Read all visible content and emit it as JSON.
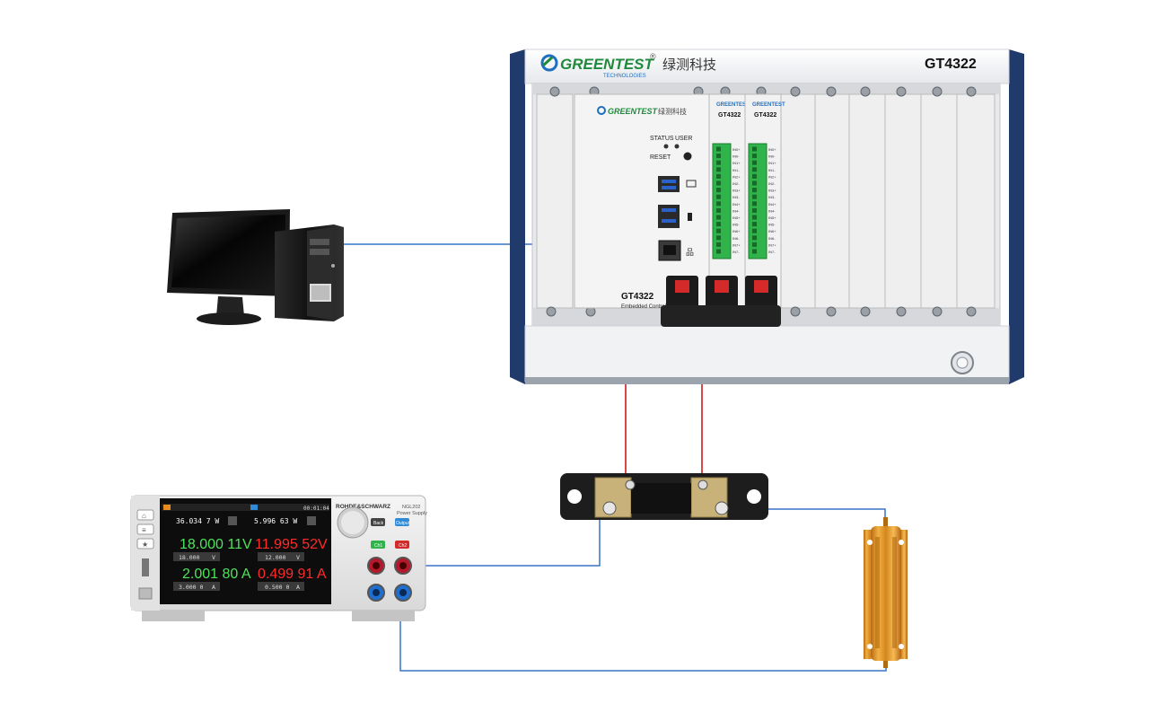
{
  "chassis": {
    "brand": "GREENTEST",
    "brand_sub": "TECHNOLOGIES",
    "brand_cn": "绿测科技",
    "registered": "®",
    "model": "GT4322",
    "controller_model": "GT4322",
    "controller_desc": "Embedded Controller",
    "status_label": "STATUS",
    "user_label": "USER",
    "reset_label": "RESET",
    "card_model": "GT4322",
    "card_brand": "GREENTEST",
    "card_pins": [
      "IN0+",
      "IN0-",
      "IN1+",
      "IN1-",
      "IN2+",
      "IN2-",
      "IN3+",
      "IN3-",
      "IN4+",
      "IN4-",
      "IN5+",
      "IN5-",
      "IN6+",
      "IN6-",
      "IN7+",
      "IN7-"
    ]
  },
  "psu": {
    "brand": "ROHDE&SCHWARZ",
    "model": "NGL202",
    "subtitle": "Power Supply",
    "clock": "00:01:04",
    "ch1": {
      "power": "36.034 7 W",
      "voltage": "18.000 11V",
      "voltage_set": "18.000",
      "voltage_unit": "V",
      "current": "2.001 80 A",
      "current_set": "3.000 0",
      "current_unit": "A"
    },
    "ch2": {
      "power": "5.996 63 W",
      "voltage": "11.995 52V",
      "voltage_set": "12.000",
      "voltage_unit": "V",
      "current": "0.499 91 A",
      "current_set": "0.500 0",
      "current_unit": "A"
    },
    "btn_back": "Back",
    "btn_output": "Output",
    "btn_ch1": "Ch1",
    "btn_ch2": "Ch2"
  },
  "colors": {
    "chassis_blue": "#1f3a6b",
    "brand_green": "#1f8a3c",
    "wire_red": "#d11a1a",
    "wire_blue": "#3a73c8",
    "lcd_green": "#4ee35a",
    "lcd_red": "#ff2a2a",
    "resistor_gold": "#e69a2a"
  }
}
